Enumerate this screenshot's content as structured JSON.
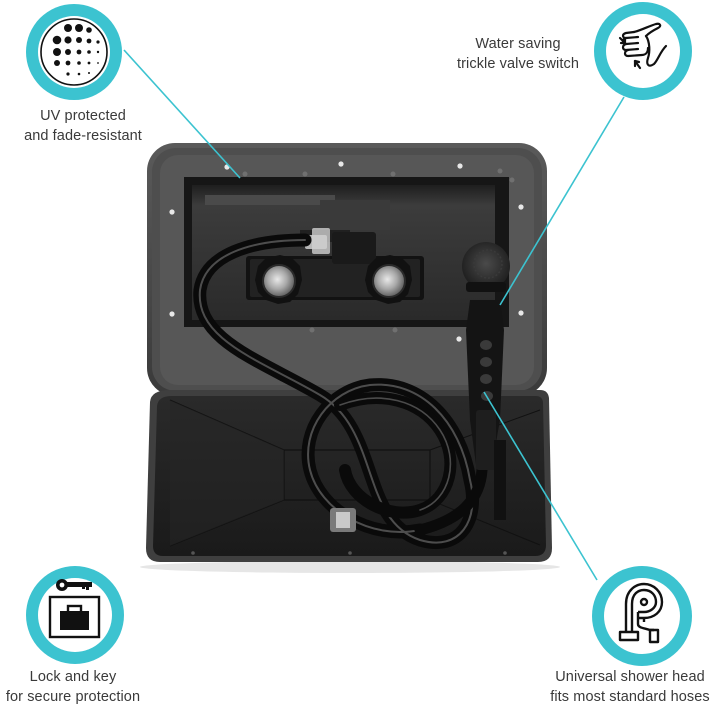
{
  "accent_color": "#3cc3d0",
  "text_color": "#3a3a3a",
  "product": {
    "name": "exterior-shower-box",
    "components": [
      "hinged-door-lid",
      "shower-box-frame",
      "hot-cold-knobs",
      "shower-hose",
      "handheld-shower-head",
      "hose-connector"
    ]
  },
  "features": [
    {
      "id": "uv",
      "icon": "uv-dots-icon",
      "lines": [
        "UV protected",
        "and fade-resistant"
      ]
    },
    {
      "id": "trickle",
      "icon": "hand-press-icon",
      "lines": [
        "Water saving",
        "trickle valve switch"
      ]
    },
    {
      "id": "lock",
      "icon": "lock-and-key-icon",
      "lines": [
        "Lock and key",
        "for secure protection"
      ]
    },
    {
      "id": "hose",
      "icon": "hose-reel-icon",
      "lines": [
        "Universal shower head",
        "fits most standard hoses"
      ]
    }
  ]
}
